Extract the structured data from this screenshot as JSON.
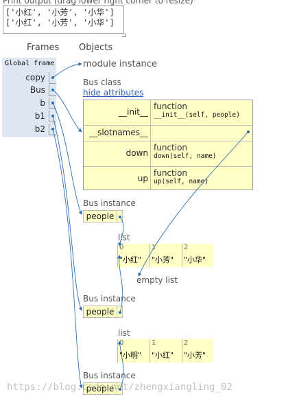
{
  "print_output": {
    "label": "Print output (drag lower right corner to resize)",
    "lines": [
      "['小红', '小芳', '小华']",
      "['小红', '小芳', '小华']"
    ]
  },
  "headers": {
    "frames": "Frames",
    "objects": "Objects"
  },
  "global_frame": {
    "title": "Global frame",
    "vars": [
      "copy",
      "Bus",
      "b",
      "b1",
      "b2"
    ]
  },
  "objects": {
    "module": "module instance",
    "bus_class": {
      "title": "Bus class",
      "hide_link": "hide attributes",
      "rows": [
        {
          "key": "__init__",
          "type": "function",
          "sig": "__init__(self, people)"
        },
        {
          "key": "__slotnames__",
          "type": "",
          "sig": ""
        },
        {
          "key": "down",
          "type": "function",
          "sig": "down(self, name)"
        },
        {
          "key": "up",
          "type": "function",
          "sig": "up(self, name)"
        }
      ]
    },
    "instances": [
      {
        "title": "Bus instance",
        "attr": "people"
      },
      {
        "title": "Bus instance",
        "attr": "people"
      },
      {
        "title": "Bus instance",
        "attr": "people"
      }
    ],
    "lists": [
      {
        "title": "list",
        "items": [
          {
            "i": "0",
            "v": "\"小红\""
          },
          {
            "i": "1",
            "v": "\"小芳\""
          },
          {
            "i": "2",
            "v": "\"小华\""
          }
        ]
      },
      {
        "title": "list",
        "items": [
          {
            "i": "0",
            "v": "\"小明\""
          },
          {
            "i": "1",
            "v": "\"小红\""
          },
          {
            "i": "2",
            "v": "\"小芳\""
          }
        ]
      }
    ],
    "empty_list": "empty list"
  },
  "watermark": "https://blog.csdn.net/zhengxiangling_02",
  "colors": {
    "frame_bg": "#dfe7f3",
    "object_bg": "#ffffc6",
    "arrow": "#2a6fb0"
  }
}
